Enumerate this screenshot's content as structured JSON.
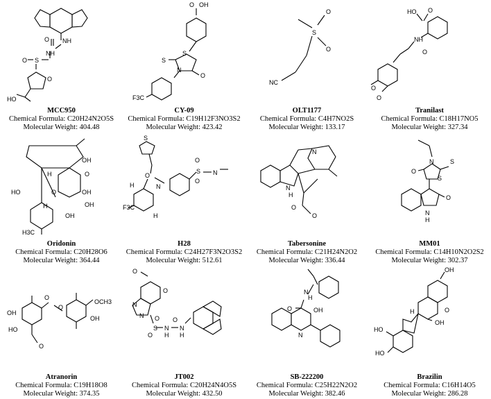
{
  "compounds": [
    {
      "name": "MCC950",
      "formula_label": "Chemical Formula: C20H24N2O5S",
      "weight_label": "Molecular Weight: 404.48",
      "atom_labels": [
        "O",
        "O",
        "NH",
        "NH",
        "S",
        "O",
        "HO"
      ]
    },
    {
      "name": "CY-09",
      "formula_label": "Chemical Formula: C19H12F3NO3S2",
      "weight_label": "Molecular Weight: 423.42",
      "atom_labels": [
        "OH",
        "O",
        "S",
        "S",
        "N",
        "O",
        "F3C"
      ]
    },
    {
      "name": "OLT1177",
      "formula_label": "Chemical Formula: C4H7NO2S",
      "weight_label": "Molecular Weight: 133.17",
      "atom_labels": [
        "O",
        "S",
        "O",
        "NC"
      ]
    },
    {
      "name": "Tranilast",
      "formula_label": "Chemical Formula: C18H17NO5",
      "weight_label": "Molecular Weight: 327.34",
      "atom_labels": [
        "HO",
        "O",
        "NH",
        "O",
        "O",
        "O"
      ]
    },
    {
      "name": "Oridonin",
      "formula_label": "Chemical Formula: C20H28O6",
      "weight_label": "Molecular Weight: 364.44",
      "atom_labels": [
        "H",
        "OH",
        "O",
        "O",
        "OH",
        "HO",
        "OH",
        "H",
        "H3C",
        "OH"
      ]
    },
    {
      "name": "H28",
      "formula_label": "Chemical Formula: C24H27F3N2O3S2",
      "weight_label": "Molecular Weight: 512.61",
      "atom_labels": [
        "S",
        "O",
        "O",
        "S",
        "N",
        "H",
        "O",
        "N",
        "F3C",
        "H"
      ]
    },
    {
      "name": "Tabersonine",
      "formula_label": "Chemical Formula: C21H24N2O2",
      "weight_label": "Molecular Weight: 336.44",
      "atom_labels": [
        "N",
        "N",
        "H",
        "O",
        "O"
      ]
    },
    {
      "name": "MM01",
      "formula_label": "Chemical Formula: C14H10N2O2S2",
      "weight_label": "Molecular Weight: 302.37",
      "atom_labels": [
        "N",
        "S",
        "O",
        "S",
        "N",
        "H",
        "O"
      ]
    },
    {
      "name": "Atranorin",
      "formula_label": "Chemical Formula: C19H18O8",
      "weight_label": "Molecular Weight: 374.35",
      "atom_labels": [
        "O",
        "O",
        "OCH3",
        "OH",
        "HO",
        "OH",
        "O"
      ]
    },
    {
      "name": "JT002",
      "formula_label": "Chemical Formula: C20H24N4O5S",
      "weight_label": "Molecular Weight: 432.50",
      "atom_labels": [
        "O",
        "O",
        "N",
        "N",
        "S",
        "O",
        "O",
        "N",
        "H",
        "O",
        "N",
        "H"
      ]
    },
    {
      "name": "SB-222200",
      "formula_label": "Chemical Formula: C25H22N2O2",
      "weight_label": "Molecular Weight: 382.46",
      "atom_labels": [
        "O",
        "H",
        "N",
        "OH",
        "N"
      ]
    },
    {
      "name": "Brazilin",
      "formula_label": "Chemical Formula: C16H14O5",
      "weight_label": "Molecular Weight: 286.28",
      "atom_labels": [
        "OH",
        "H",
        "O",
        "OH",
        "HO",
        "HO"
      ]
    }
  ]
}
